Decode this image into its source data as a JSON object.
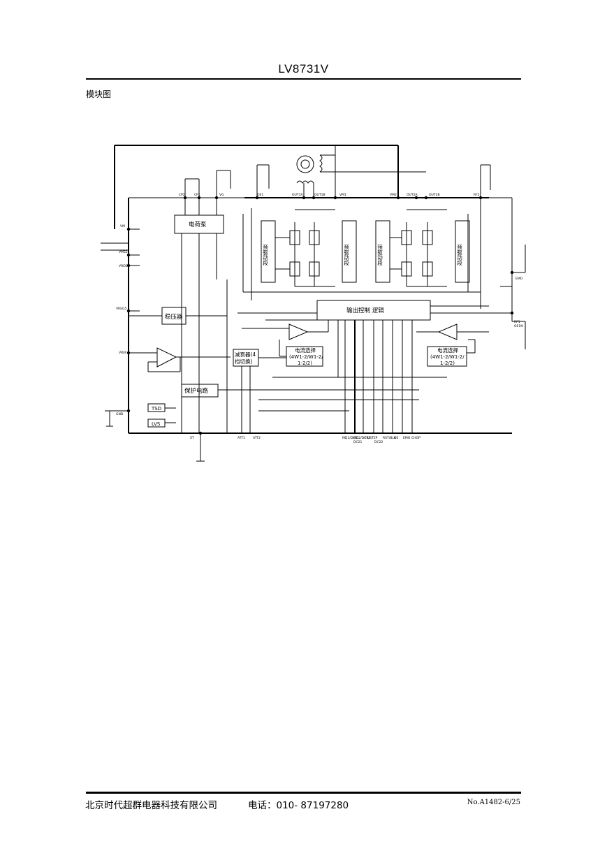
{
  "header": {
    "title": "LV8731V"
  },
  "section": {
    "label": "模块图"
  },
  "diagram": {
    "blocks": {
      "charge_pump": "电荷泵",
      "regulator": "稳压器",
      "protection": "保护电路",
      "output_control": "输出控制    逻辑",
      "predriver_1": "预驱动段",
      "predriver_2": "预驱动段",
      "predriver_3": "预驱动段",
      "predriver_4": "预驱动段",
      "attenuation": [
        "减衰器(4",
        "档切换)"
      ],
      "current_select_left": [
        "电流选择",
        "(4W1-2/W1-2/",
        "1-2/2)"
      ],
      "current_select_right": [
        "电流选择",
        "(4W1-2/W1-2/",
        "1-2/2)"
      ],
      "tsd": "TSD",
      "lvs": "LVS"
    },
    "pins_top": [
      "CP2",
      "CP1",
      "VG",
      "OE1",
      "OUT1A",
      "OUT1B",
      "VM1",
      "VM2",
      "OUT2A",
      "OUT2B",
      "RF2"
    ],
    "pins_left": [
      "VM",
      "VM52",
      "VREG5",
      "VREF",
      "GND",
      "VREG4",
      "RF1"
    ],
    "pins_bottom": [
      "ST",
      "ATT1",
      "ATT2",
      "MD1/DC11",
      "MD2/DC12",
      "FR/STEP",
      "RST/BLK",
      "OE",
      "EMO",
      "CHOP",
      "DC21",
      "DC22"
    ],
    "pins_right": [
      "EMO",
      "OE1N"
    ]
  },
  "footer": {
    "company": "北京时代超群电器科技有限公司",
    "phone": "电话：010- 87197280",
    "doc_number": "No.A1482-6/25"
  }
}
